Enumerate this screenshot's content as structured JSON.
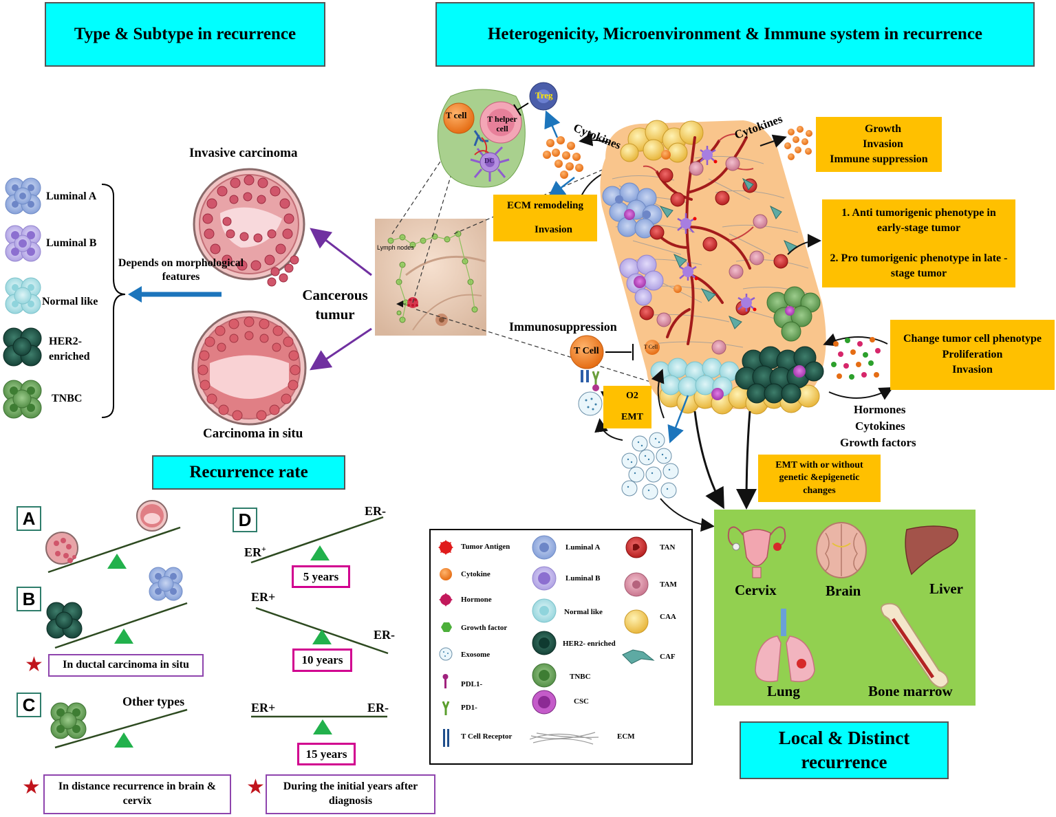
{
  "titles": {
    "type_subtype": "Type & Subtype  in recurrence",
    "heterogenicity": "Heterogenicity, Microenvironment & Immune system in recurrence",
    "recurrence_rate": "Recurrence rate",
    "local_distinct": "Local & Distinct recurrence"
  },
  "subtypes": {
    "luminal_a": "Luminal A",
    "luminal_b": "Luminal B",
    "normal_like": "Normal like",
    "her2": "HER2- enriched",
    "tnbc": "TNBC"
  },
  "carcinoma": {
    "invasive": "Invasive carcinoma",
    "in_situ": "Carcinoma in situ",
    "depends": "Depends on morphological features",
    "cancerous_tumor": "Cancerous tumur",
    "lymph_nodes": "Lymph nodes"
  },
  "immune": {
    "t_cell": "T cell",
    "t_helper": "T helper cell",
    "treg": "Treg",
    "dc": "DC",
    "cytokines_left": "Cytokines",
    "cytokines_right": "Cytokines",
    "immunosuppression": "Immunosuppression",
    "t_cell_bottom": "T Cell",
    "t_cell_small": "T Cell"
  },
  "yellow_boxes": {
    "ecm_remodeling": "ECM  remodeling",
    "ecm_invasion": "Invasion",
    "growth": "Growth",
    "invasion": "Invasion",
    "immune_suppression": "Immune suppression",
    "anti_tumorigenic": "1. Anti tumorigenic  phenotype in early-stage  tumor",
    "pro_tumorigenic": "2. Pro tumorigenic  phenotype in late -stage  tumor",
    "change_phenotype": "Change tumor cell phenotype",
    "proliferation": "Proliferation",
    "invasion2": "Invasion",
    "o2": "O2",
    "emt": "EMT",
    "emt_genetic": "EMT with or without genetic &epigenetic changes"
  },
  "factors": [
    "Hormones",
    "Cytokines",
    "Growth factors"
  ],
  "recurrence": {
    "panel_a": "A",
    "panel_b": "B",
    "panel_c": "C",
    "panel_d": "D",
    "note_b": "In ductal carcinoma in situ",
    "other_types": "Other types",
    "note_c": "In distance recurrence in brain & cervix",
    "note_d": "During the initial years after diagnosis",
    "er_minus_1": "ER-",
    "er_plus_1": "ER",
    "er_plus_sup": "+",
    "years_5": "5 years",
    "er_plus_2": "ER+",
    "er_minus_2": "ER-",
    "years_10": "10 years",
    "er_plus_3": "ER+",
    "er_minus_3": "ER-",
    "years_15": "15 years"
  },
  "legend": [
    {
      "label": "Tumor Antigen",
      "icon": "tumor-antigen-icon"
    },
    {
      "label": "Cytokine",
      "icon": "cytokine-icon"
    },
    {
      "label": "Hormone",
      "icon": "hormone-icon"
    },
    {
      "label": "Growth factor",
      "icon": "growth-factor-icon"
    },
    {
      "label": "Exosome",
      "icon": "exosome-icon"
    },
    {
      "label": "PDL1-",
      "icon": "pdl1-icon"
    },
    {
      "label": "PD1-",
      "icon": "pd1-icon"
    },
    {
      "label": "T Cell Receptor",
      "icon": "t-cell-receptor-icon"
    },
    {
      "label": "Luminal A",
      "icon": "luminal-a-icon"
    },
    {
      "label": "Luminal B",
      "icon": "luminal-b-icon"
    },
    {
      "label": "Normal like",
      "icon": "normal-like-icon"
    },
    {
      "label": "HER2- enriched",
      "icon": "her2-icon"
    },
    {
      "label": "TNBC",
      "icon": "tnbc-icon"
    },
    {
      "label": "CSC",
      "icon": "csc-icon"
    },
    {
      "label": "ECM",
      "icon": "ecm-icon"
    },
    {
      "label": "TAN",
      "icon": "tan-icon"
    },
    {
      "label": "TAM",
      "icon": "tam-icon"
    },
    {
      "label": "CAA",
      "icon": "caa-icon"
    },
    {
      "label": "CAF",
      "icon": "caf-icon"
    }
  ],
  "organs": {
    "cervix": "Cervix",
    "brain": "Brain",
    "liver": "Liver",
    "lung": "Lung",
    "bone_marrow": "Bone marrow"
  },
  "colors": {
    "title_box": "#00FFFF",
    "yellow_box": "#FFC000",
    "organ_panel": "#92D050",
    "tumor_body": "#F9C58C",
    "arrow_blue": "#1C75BC",
    "arrow_purple": "#7030A0",
    "luminal_a": "#8EA9DB",
    "luminal_b": "#B4A7E6",
    "normal_like": "#A7E0E6",
    "her2": "#1F5F4E",
    "tnbc": "#5E9E4E"
  }
}
